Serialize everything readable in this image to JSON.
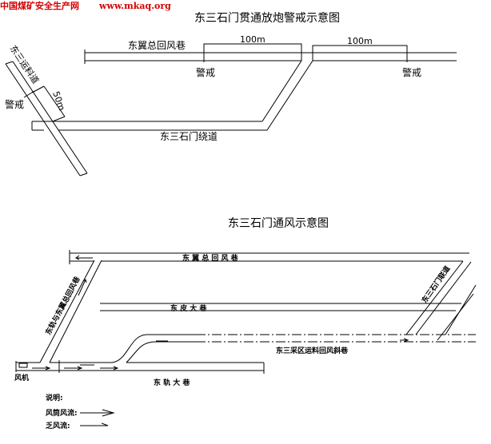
{
  "watermark": {
    "site_name": "中国煤矿安全生产网",
    "url": "www.mkaq.org",
    "color": "#d40000"
  },
  "diagram1": {
    "title": "东三石门贯通放炮警戒示意图",
    "labels": {
      "return_airway": "东翼总回风巷",
      "bypass": "东三石门绕道",
      "material_road": "东三运料道",
      "dist_left": "100m",
      "dist_right": "100m",
      "dist_slope": "50m",
      "guard_left": "警戒",
      "guard_right": "警戒",
      "guard_slope": "警戒"
    }
  },
  "diagram2": {
    "title": "东三石门通风示意图",
    "labels": {
      "return_airway": "东 翼 总 回 风 巷",
      "belt_roadway": "东 皮 大 巷",
      "track_roadway": "东 轨 大 巷",
      "incline": "东三采区运料回风斜巷",
      "connection": "东三石门联道",
      "link_incline": "东轨与东翼总回风巷",
      "fan": "风机"
    },
    "legend": {
      "title": "说明:",
      "duct_flow": "风筒风流:",
      "exhaust_flow": "乏风流:"
    }
  }
}
